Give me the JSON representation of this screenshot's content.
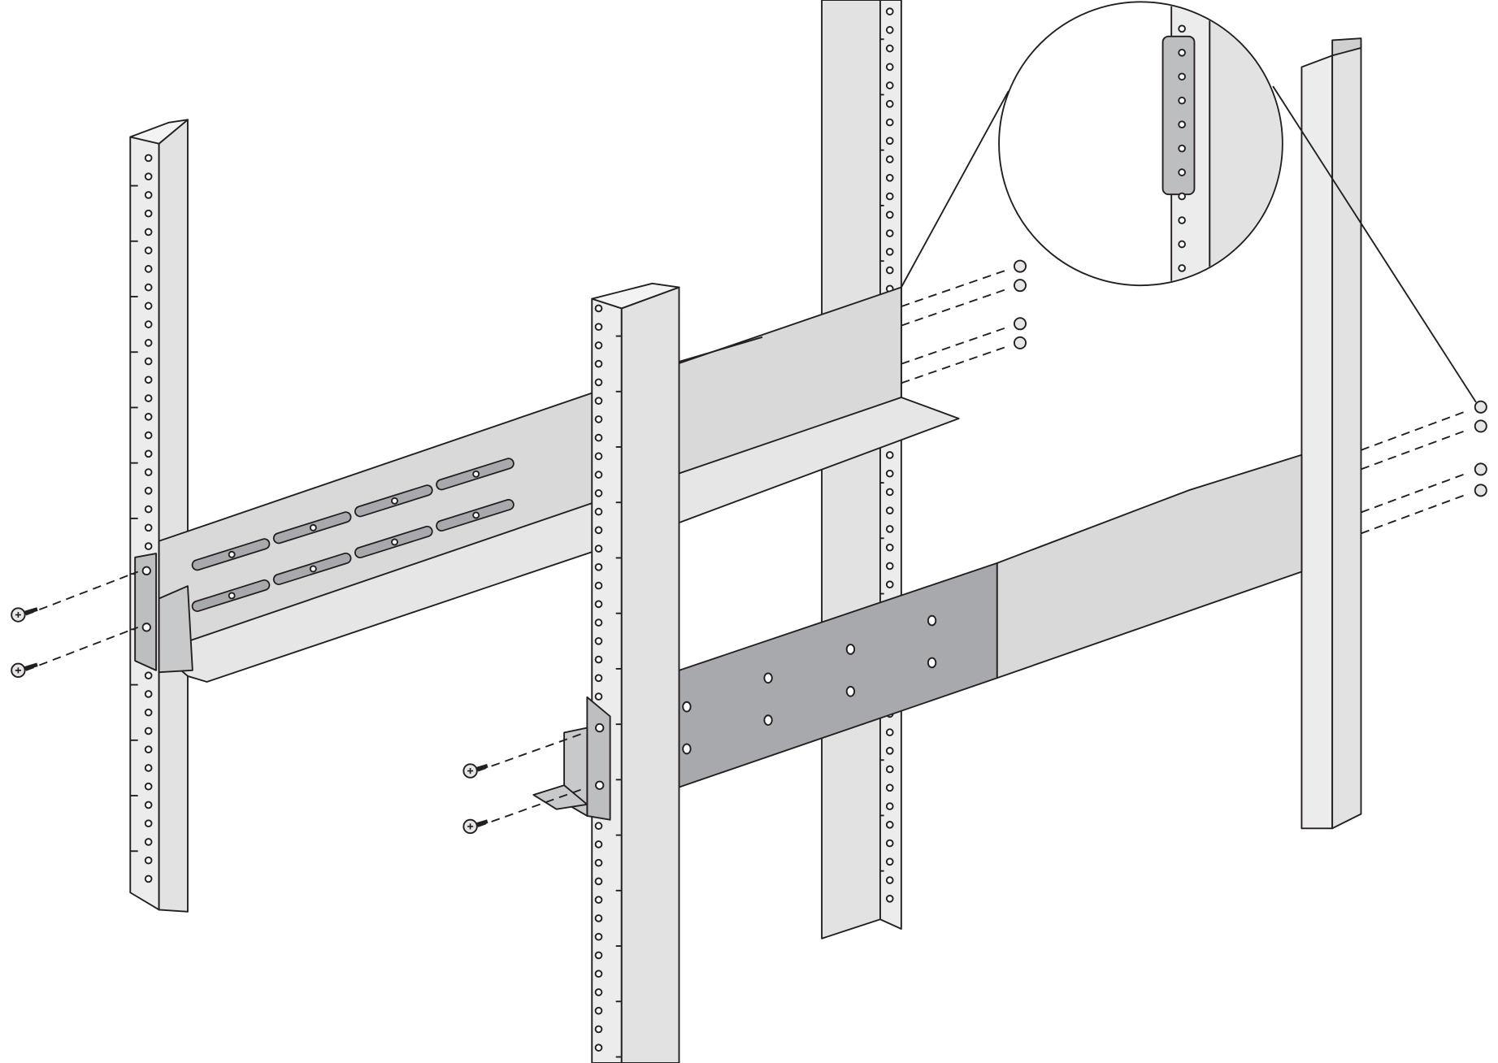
{
  "diagram": {
    "subject": "rack-rail-installation",
    "colors": {
      "post_face": "#ececec",
      "post_side": "#e2e2e2",
      "rail_light": "#d9d9da",
      "rail_dark": "#a7a9ac",
      "bracket": "#bcbec0",
      "outline": "#231f20"
    },
    "icons": [
      "rack-post",
      "mounting-rail",
      "screw",
      "detail-magnifier"
    ]
  }
}
